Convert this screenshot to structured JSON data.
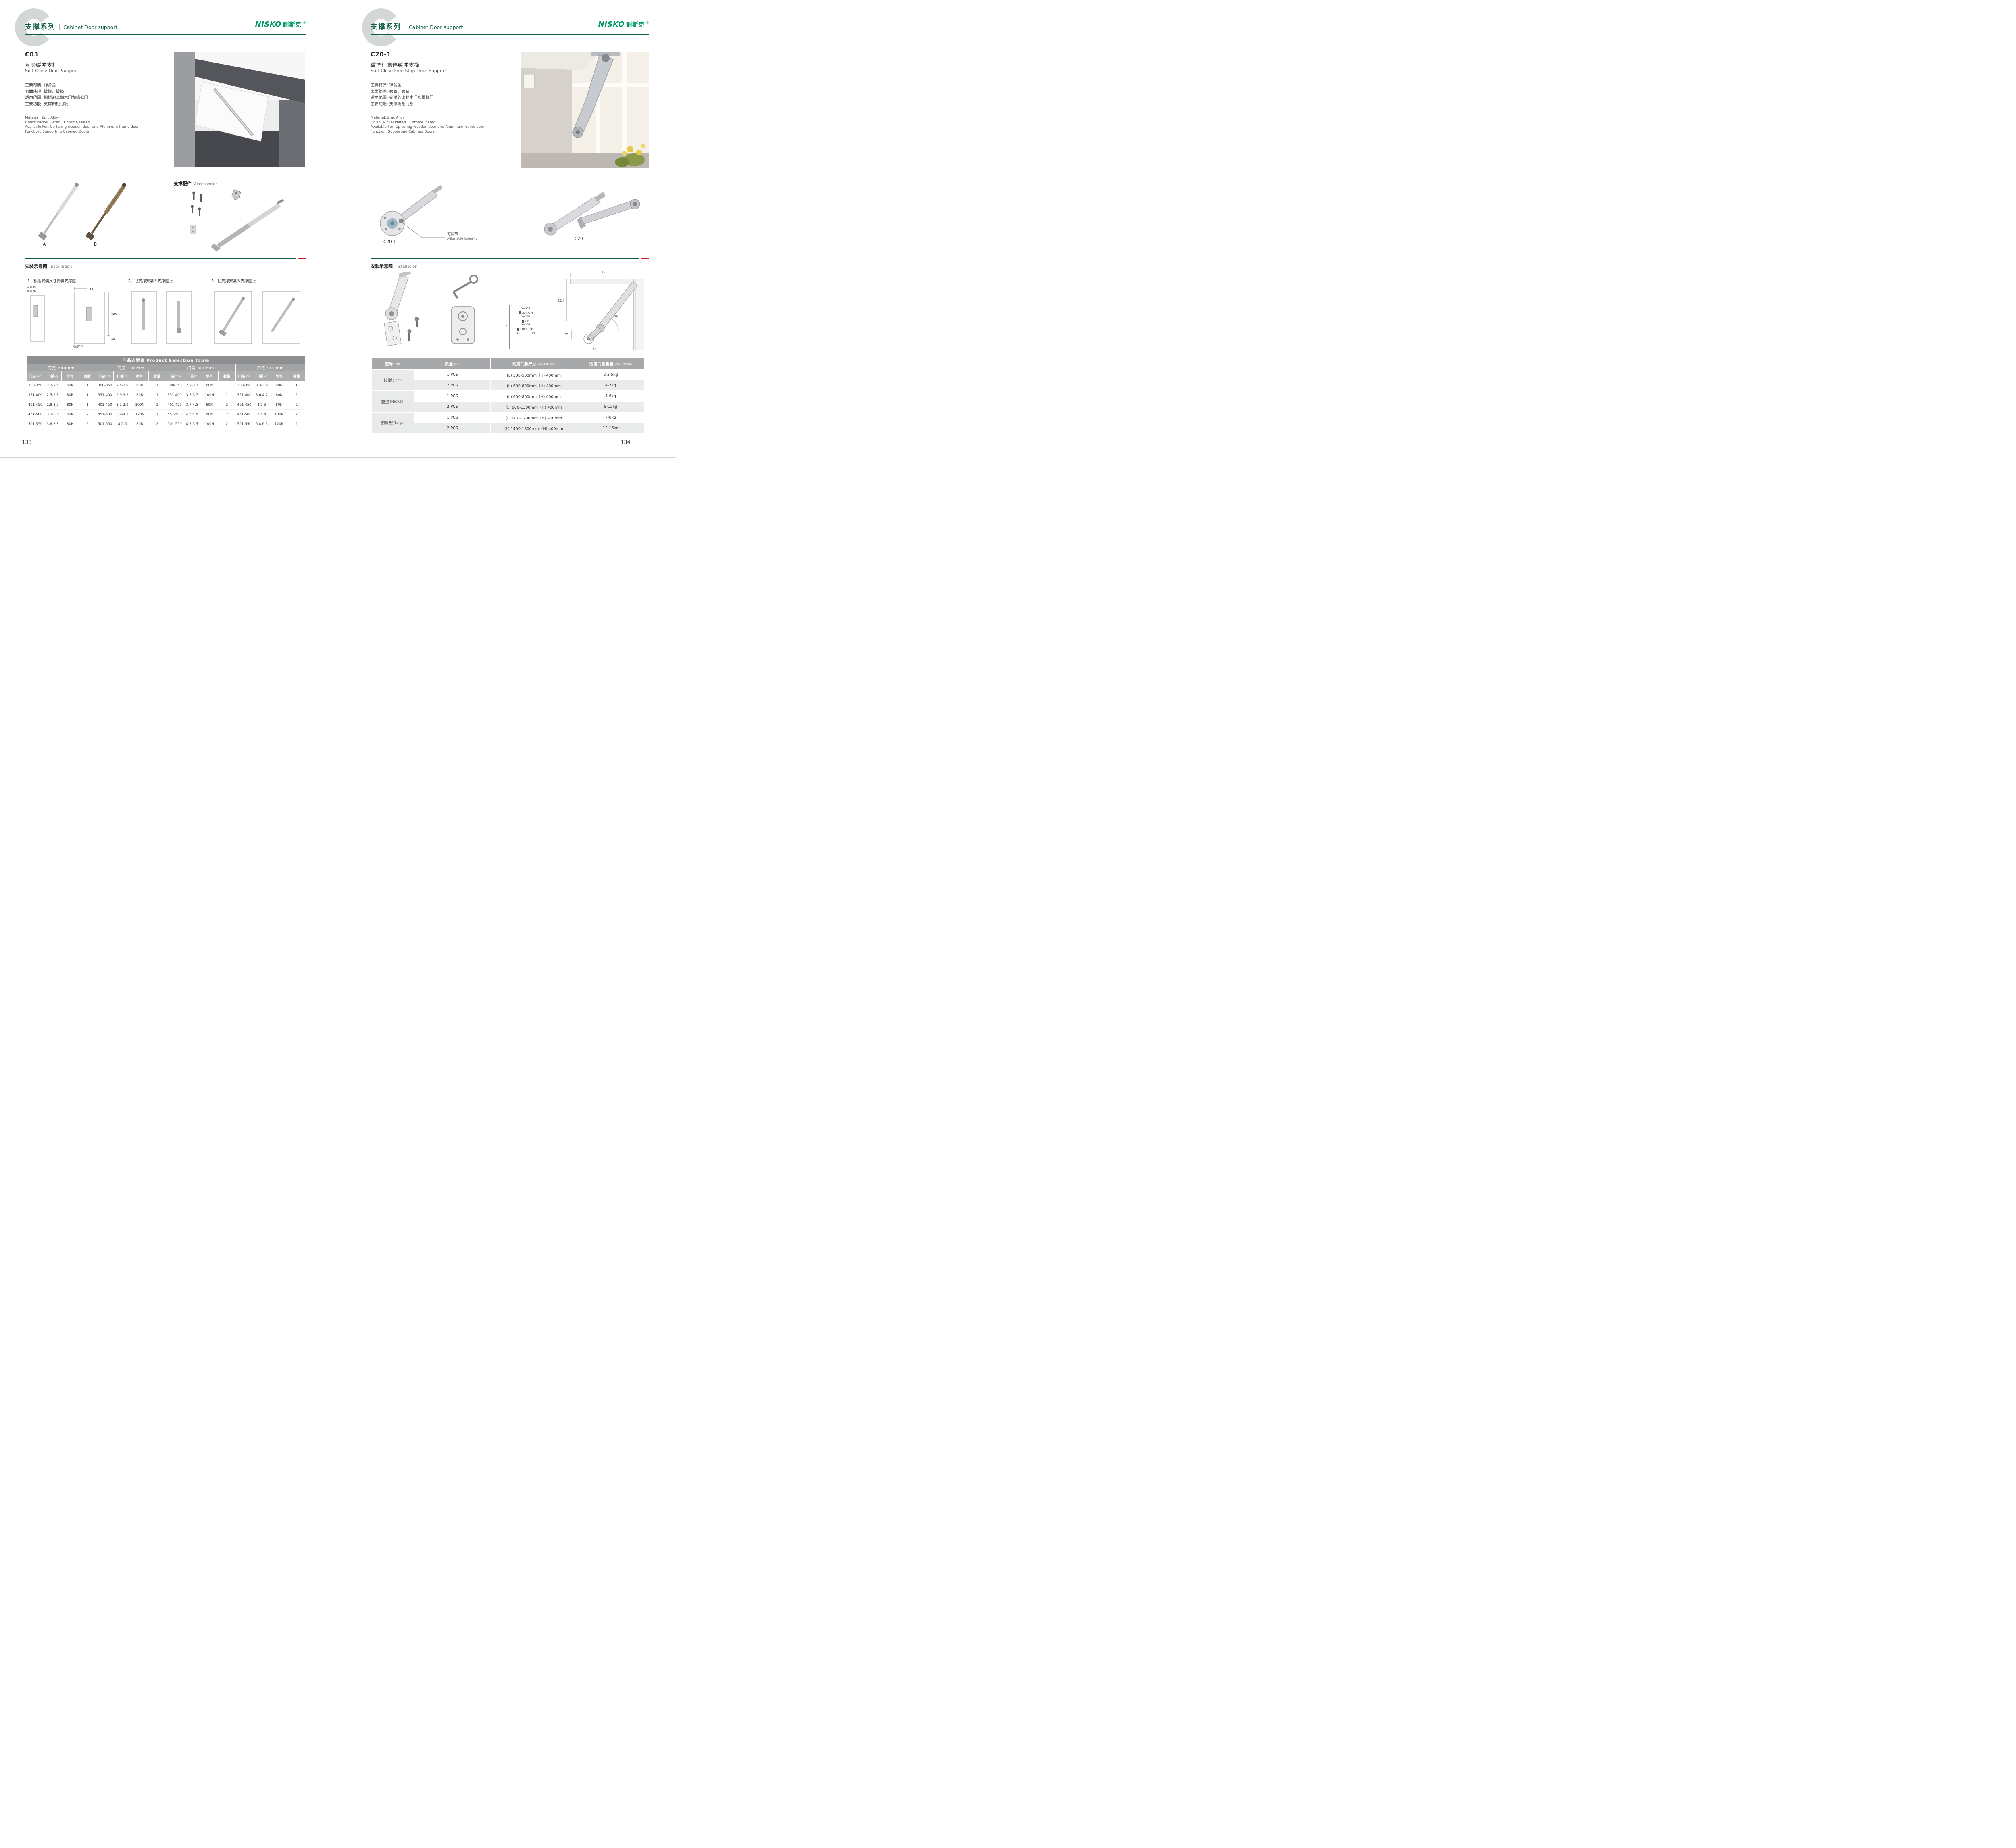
{
  "brand": {
    "logo_en": "NISKO",
    "logo_cn": "耐斯克",
    "logo_reg": "®"
  },
  "shared": {
    "series_cn": "支撑系列",
    "series_en": "Cabinet Door support"
  },
  "left": {
    "page_number": "133",
    "product_code": "C03",
    "product_name_cn": "互套缓冲支杆",
    "product_name_en": "Soft Close Door Support",
    "specs_cn": {
      "l1": "主要材质: 锌合金",
      "l2": "表面处理: 镀镍、镀铬",
      "l3": "适用范围: 橱柜的上翻木门和铝框门",
      "l4": "主要功能: 支撑橱柜门板"
    },
    "specs_en": {
      "l1": "Material: Zinc Alloy",
      "l2": "Finish: Nickel Plated、Chrome Plated",
      "l3": "Available For: Up-turnig wooden door and Aluminum-frame door",
      "l4": "Function: Supoorting Cabined Doors"
    },
    "variant_a": "A",
    "variant_b": "B",
    "accessories_cn": "支撑配件",
    "accessories_en": "Accessories",
    "install_cn": "安装示意图",
    "install_en": "Installation",
    "steps": {
      "s1": "1、根据安装尺寸安装支撑座",
      "s2": "2、把支撑安装入支撑座上",
      "s3": "3、把支撑安装入支撑座上"
    },
    "dims": {
      "full_cover": "全盖35",
      "half_cover": "半盖26",
      "top32": "32",
      "h265": "265",
      "low32": "32",
      "thickness": "板厚18"
    },
    "table": {
      "title": "产品选型表 Product Selection Table",
      "groups": [
        "门宽 600mm",
        "门宽 700mm",
        "门宽 800mm",
        "门宽 900mm"
      ],
      "col_headers": [
        {
          "t": "门高",
          "u": "mm"
        },
        {
          "t": "门重",
          "u": "kg"
        },
        {
          "t": "型号",
          "u": ""
        },
        {
          "t": "数量",
          "u": ""
        }
      ],
      "rows": [
        [
          "300-350",
          "2.2-2.5",
          "60N",
          "1",
          "300-350",
          "2.5-2.9",
          "60N",
          "1",
          "300-350",
          "2.9-3.3",
          "60N",
          "1",
          "300-350",
          "3.3-3.6",
          "80N",
          "1"
        ],
        [
          "351-400",
          "2.5-2.8",
          "80N",
          "1",
          "351-400",
          "2.9-3.2",
          "80N",
          "1",
          "351-400",
          "3.3-3.7",
          "100N",
          "1",
          "351-400",
          "3.6-4.2",
          "60N",
          "2"
        ],
        [
          "401-450",
          "2.8-3.2",
          "80N",
          "1",
          "401-450",
          "3.2-3.9",
          "100N",
          "1",
          "401-450",
          "3.7-4.5",
          "60N",
          "2",
          "401-450",
          "4.2-5",
          "80N",
          "2"
        ],
        [
          "451-500",
          "3.2-3.6",
          "60N",
          "2",
          "451-500",
          "3.9-4.2",
          "120N",
          "1",
          "451-500",
          "4.5-4.8",
          "80N",
          "2",
          "451-500",
          "5-5.4",
          "100N",
          "2"
        ],
        [
          "501-550",
          "3.6-3.8",
          "80N",
          "2",
          "501-550",
          "4.2-5",
          "80N",
          "2",
          "501-550",
          "4.8-5.5",
          "100N",
          "2",
          "501-550",
          "5.4-6.3",
          "120N",
          "2"
        ]
      ]
    }
  },
  "right": {
    "page_number": "134",
    "product_code": "C20-1",
    "product_name_cn": "重型任意停缓冲支撑",
    "product_name_en": "Soft Close Free Stop Door Support",
    "specs_cn": {
      "l1": "主要材质: 锌合金",
      "l2": "表面处理: 镀镍、镀铬",
      "l3": "适用范围: 橱柜的上翻木门和铝框门",
      "l4": "主要功能: 支撑橱柜门板"
    },
    "specs_en": {
      "l1": "Material: Zinc Alloy",
      "l2": "Finish: Nickel Plated、Chrome Plated",
      "l3": "Available For: Up-turnig wooden door and Aluminum-frame door",
      "l4": "Function: Supoorting Cabined Doors"
    },
    "model_main": "C20-1",
    "model_alt": "C20",
    "callout_cn": "可调节",
    "callout_en": "Adjustable Intensity",
    "install_cn": "安装示意图",
    "install_en": "Installation",
    "diagram": {
      "d185": "185",
      "d224": "224",
      "a90": "90°",
      "d32": "32",
      "d37": "37"
    },
    "angle_box": {
      "x_label": "X",
      "rows": [
        {
          "x": "X=224",
          "a": "75°(77°)"
        },
        {
          "x": "X=192",
          "a": "90°"
        },
        {
          "x": "X=192",
          "a": "110°(104°)"
        }
      ],
      "d32": "32",
      "d37": "37"
    },
    "table": {
      "headers": [
        {
          "cn": "型号",
          "en": "Type"
        },
        {
          "cn": "数量",
          "en": "QTY"
        },
        {
          "cn": "适用门板尺寸",
          "en": "Cabinet size"
        },
        {
          "cn": "适用门板重量",
          "en": "Door weight"
        }
      ],
      "groups": [
        {
          "type_cn": "轻型",
          "type_en": "(light)",
          "rows": [
            {
              "qty": "1 PCS",
              "size": "(L) 300-500mm（H) 400mm",
              "weight": "2-3.5kg"
            },
            {
              "qty": "2 PCS",
              "size": "(L) 600-800mm（H) 400mm",
              "weight": "4-7kg"
            }
          ]
        },
        {
          "type_cn": "重型",
          "type_en": "(Medium)",
          "rows": [
            {
              "qty": "1 PCS",
              "size": "(L) 600-800mm（H) 400mm",
              "weight": "4-6kg"
            },
            {
              "qty": "2 PCS",
              "size": "(L) 900-1300mm（H) 400mm",
              "weight": "8-12kg"
            }
          ]
        },
        {
          "type_cn": "超重型",
          "type_en": "(Large)",
          "rows": [
            {
              "qty": "1 PCS",
              "size": "(L) 900-1200mm（H) 400mm",
              "weight": "7-8kg"
            },
            {
              "qty": "2 PCS",
              "size": "(L) 1400-1800mm（H) 400mm",
              "weight": "12-16kg"
            }
          ]
        }
      ]
    }
  }
}
